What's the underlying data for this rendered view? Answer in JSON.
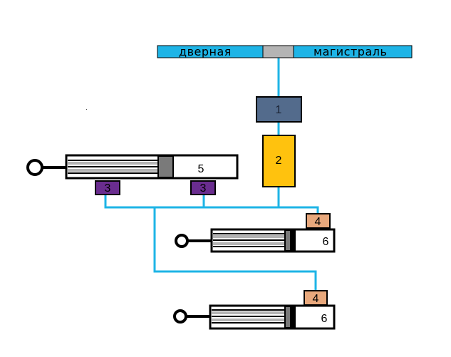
{
  "colors": {
    "pipe": "#1eb4e6",
    "main_line": "#1eb4e6",
    "coupler": "#b4b4b4",
    "block1": "#536b8c",
    "block2": "#ffc20e",
    "block3": "#6a2d8f",
    "block4": "#e8a87c",
    "rod": "#b4b4b4",
    "piston": "#7a7a7a"
  },
  "main_line": {
    "left_label": "дверная",
    "right_label": "магистраль"
  },
  "blocks": {
    "b1": "1",
    "b2": "2",
    "b3a": "3",
    "b3b": "3",
    "b4a": "4",
    "b4b": "4"
  },
  "cylinders": {
    "c5": "5",
    "c6a": "6",
    "c6b": "6"
  }
}
